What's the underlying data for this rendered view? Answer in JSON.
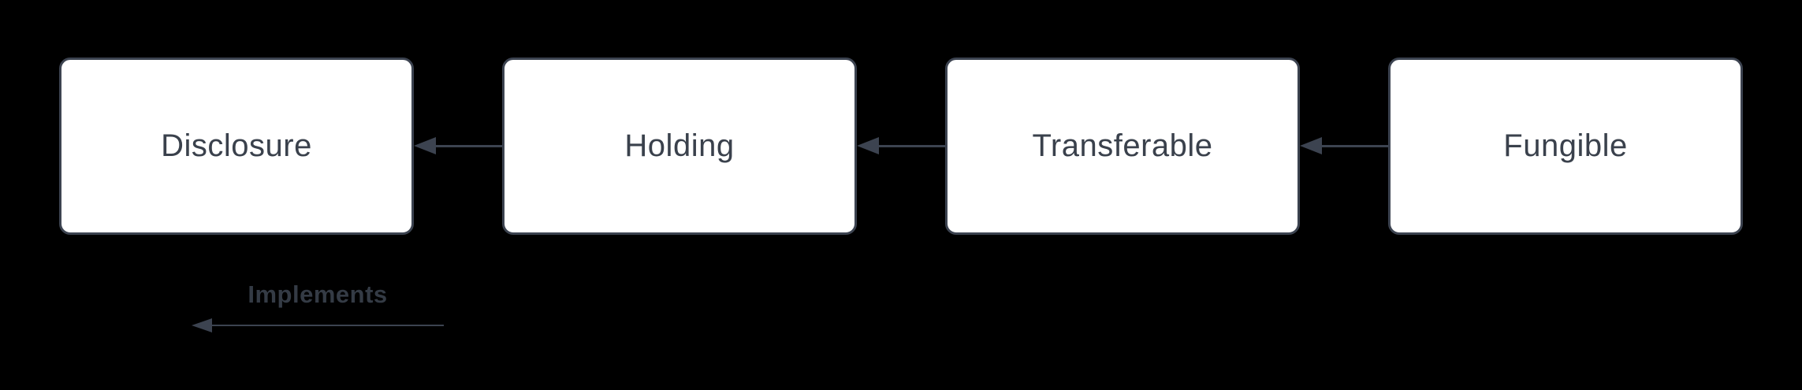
{
  "diagram": {
    "nodes": [
      {
        "id": "disclosure",
        "label": "Disclosure"
      },
      {
        "id": "holding",
        "label": "Holding"
      },
      {
        "id": "transferable",
        "label": "Transferable"
      },
      {
        "id": "fungible",
        "label": "Fungible"
      }
    ],
    "edges": [
      {
        "from": "holding",
        "to": "disclosure",
        "relation": "implements",
        "direction": "left"
      },
      {
        "from": "transferable",
        "to": "holding",
        "relation": "implements",
        "direction": "left"
      },
      {
        "from": "fungible",
        "to": "transferable",
        "relation": "implements",
        "direction": "left"
      }
    ],
    "legend": {
      "label": "Implements",
      "direction": "left"
    }
  },
  "colors": {
    "background": "#000000",
    "node_fill": "#ffffff",
    "stroke": "#3c4350",
    "node_text": "#3a414c",
    "legend_text": "#343b45"
  }
}
